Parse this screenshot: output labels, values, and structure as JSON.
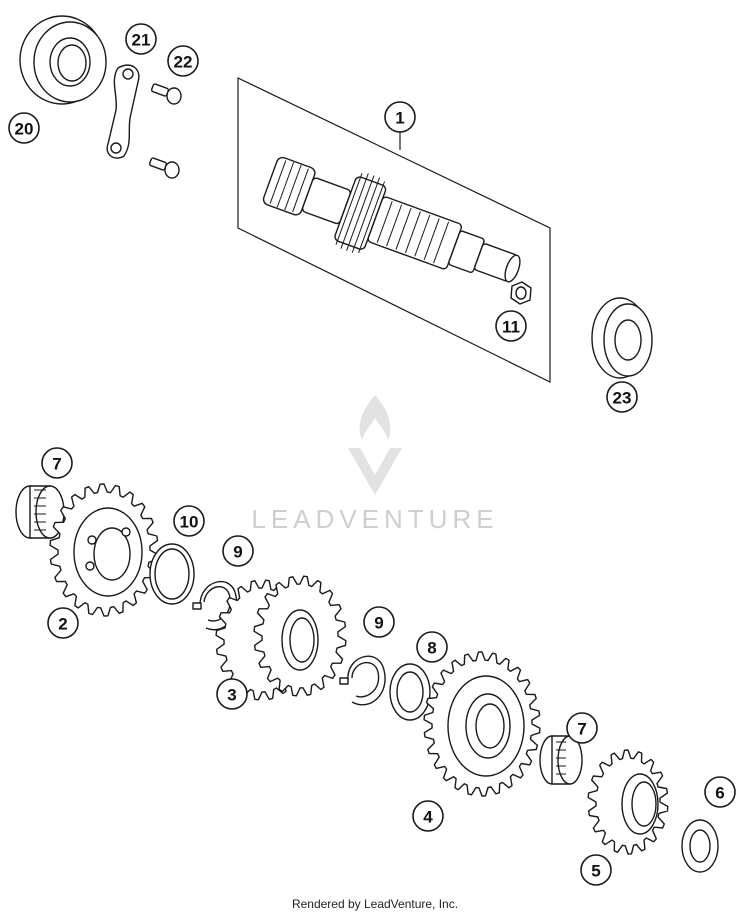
{
  "watermark": {
    "brand": "LEADVENTURE"
  },
  "footer": {
    "credit": "Rendered by LeadVenture, Inc."
  },
  "callouts": [
    {
      "id": "1",
      "label": "1"
    },
    {
      "id": "2",
      "label": "2"
    },
    {
      "id": "3",
      "label": "3"
    },
    {
      "id": "4",
      "label": "4"
    },
    {
      "id": "5",
      "label": "5"
    },
    {
      "id": "6",
      "label": "6"
    },
    {
      "id": "7a",
      "label": "7"
    },
    {
      "id": "7b",
      "label": "7"
    },
    {
      "id": "8",
      "label": "8"
    },
    {
      "id": "9a",
      "label": "9"
    },
    {
      "id": "9b",
      "label": "9"
    },
    {
      "id": "10",
      "label": "10"
    },
    {
      "id": "11",
      "label": "11"
    },
    {
      "id": "20",
      "label": "20"
    },
    {
      "id": "21",
      "label": "21"
    },
    {
      "id": "22",
      "label": "22"
    },
    {
      "id": "23",
      "label": "23"
    }
  ],
  "icons": {
    "watermark_logo": "flame-v-logo-icon"
  }
}
